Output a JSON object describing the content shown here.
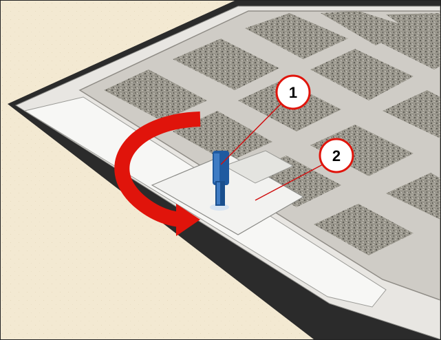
{
  "callouts": [
    {
      "label": "1"
    },
    {
      "label": "2"
    }
  ],
  "colors": {
    "background": "#f3e9d2",
    "floor_edge": "#2b2b2b",
    "panel": "#cfccc6",
    "speckle_pad": "#8c8a80",
    "latch": "#1f5aa0",
    "arrow": "#e0140b",
    "callout_ring": "#e0140b"
  },
  "icons": {
    "rotate_arrow": "curved-rotation-arrow",
    "latch": "blue-latch-handle"
  }
}
